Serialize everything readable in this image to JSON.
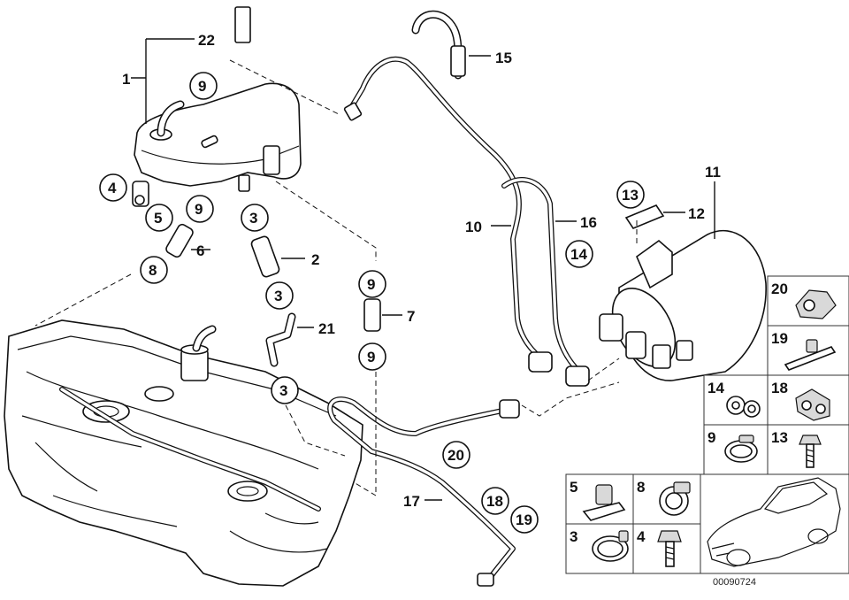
{
  "diagram": {
    "callouts": [
      {
        "id": "c1",
        "text": "1"
      },
      {
        "id": "c22",
        "text": "22"
      },
      {
        "id": "c15",
        "text": "15"
      },
      {
        "id": "c9a",
        "text": "9"
      },
      {
        "id": "c4",
        "text": "4"
      },
      {
        "id": "c5",
        "text": "5"
      },
      {
        "id": "c9b",
        "text": "9"
      },
      {
        "id": "c3a",
        "text": "3"
      },
      {
        "id": "c6",
        "text": "6"
      },
      {
        "id": "c2",
        "text": "2"
      },
      {
        "id": "c8",
        "text": "8"
      },
      {
        "id": "c3b",
        "text": "3"
      },
      {
        "id": "c21",
        "text": "21"
      },
      {
        "id": "c3c",
        "text": "3"
      },
      {
        "id": "c9c",
        "text": "9"
      },
      {
        "id": "c7",
        "text": "7"
      },
      {
        "id": "c9d",
        "text": "9"
      },
      {
        "id": "c10",
        "text": "10"
      },
      {
        "id": "c16",
        "text": "16"
      },
      {
        "id": "c14",
        "text": "14"
      },
      {
        "id": "c13",
        "text": "13"
      },
      {
        "id": "c12",
        "text": "12"
      },
      {
        "id": "c11",
        "text": "11"
      },
      {
        "id": "c20",
        "text": "20"
      },
      {
        "id": "c17",
        "text": "17"
      },
      {
        "id": "c18",
        "text": "18"
      },
      {
        "id": "c19",
        "text": "19"
      }
    ],
    "legend": [
      {
        "id": "l20",
        "text": "20"
      },
      {
        "id": "l19",
        "text": "19"
      },
      {
        "id": "l14",
        "text": "14"
      },
      {
        "id": "l18",
        "text": "18"
      },
      {
        "id": "l9",
        "text": "9"
      },
      {
        "id": "l13",
        "text": "13"
      },
      {
        "id": "l5",
        "text": "5"
      },
      {
        "id": "l8",
        "text": "8"
      },
      {
        "id": "l3",
        "text": "3"
      },
      {
        "id": "l4",
        "text": "4"
      }
    ],
    "diagram_number": "00090724"
  }
}
